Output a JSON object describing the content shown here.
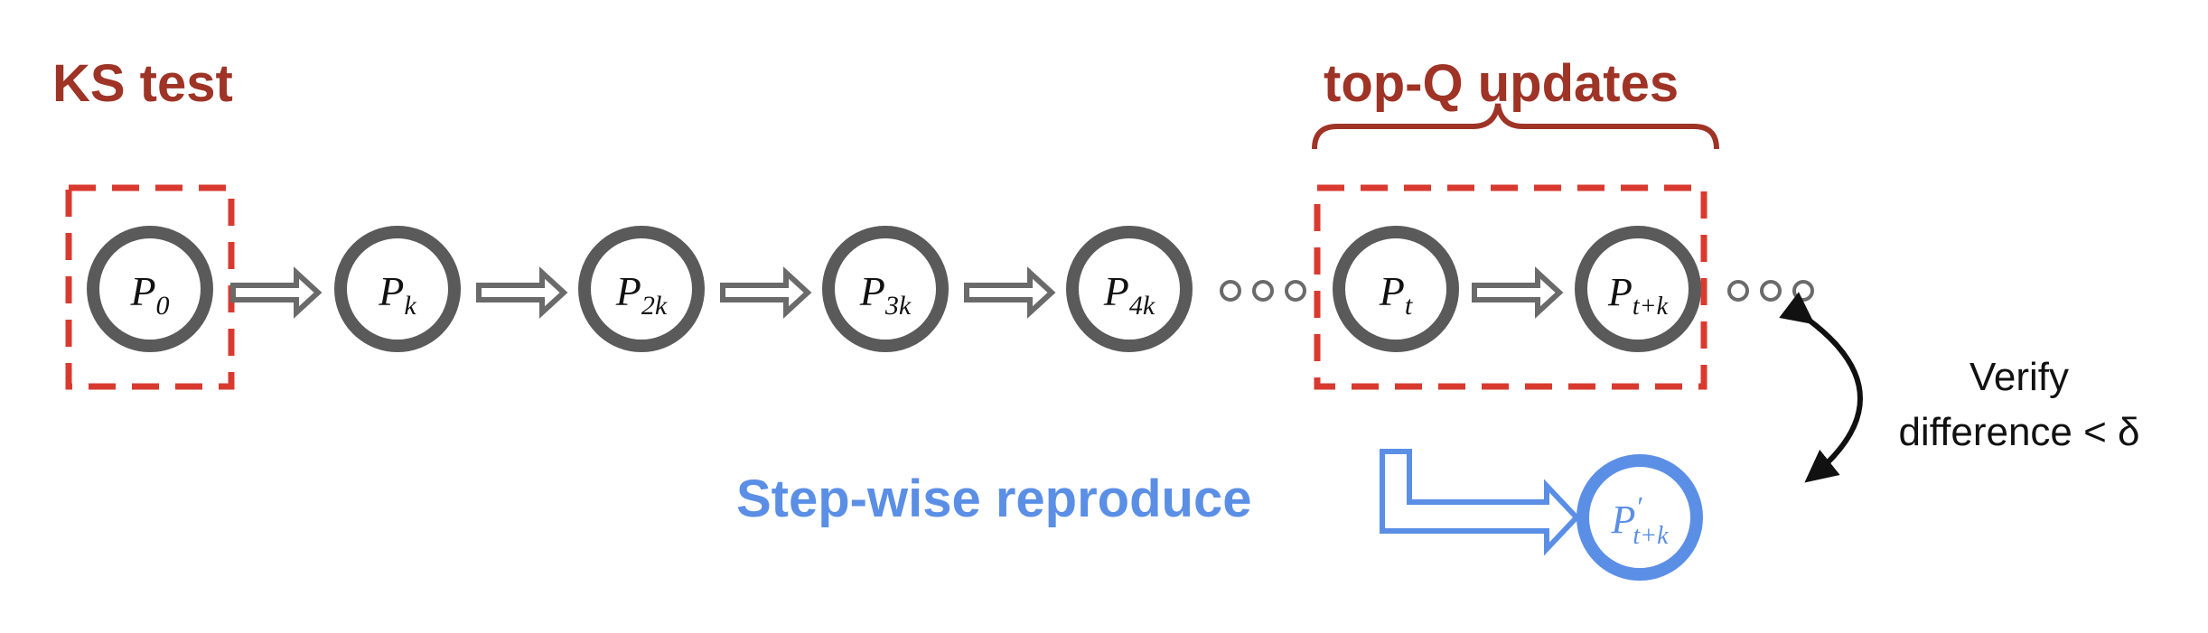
{
  "labels": {
    "ks_test": "KS test",
    "top_q": "top-Q updates",
    "stepwise": "Step-wise reproduce",
    "verify_line1": "Verify",
    "verify_line2": "difference < δ"
  },
  "nodes": [
    {
      "id": "p0",
      "base": "P",
      "sub": "0",
      "prime": ""
    },
    {
      "id": "pk",
      "base": "P",
      "sub": "k",
      "prime": ""
    },
    {
      "id": "p2k",
      "base": "P",
      "sub": "2k",
      "prime": ""
    },
    {
      "id": "p3k",
      "base": "P",
      "sub": "3k",
      "prime": ""
    },
    {
      "id": "p4k",
      "base": "P",
      "sub": "4k",
      "prime": ""
    },
    {
      "id": "pt",
      "base": "P",
      "sub": "t",
      "prime": ""
    },
    {
      "id": "ptk",
      "base": "P",
      "sub": "t+k",
      "prime": ""
    },
    {
      "id": "ptk-prime",
      "base": "P",
      "sub": "t+k",
      "prime": "′"
    }
  ],
  "colors": {
    "node": "#5a5a5a",
    "arrow": "#6a6a6a",
    "red_box": "#d93a2f",
    "brace": "#9e3326",
    "blue": "#5b8fe6",
    "black": "#111111"
  }
}
